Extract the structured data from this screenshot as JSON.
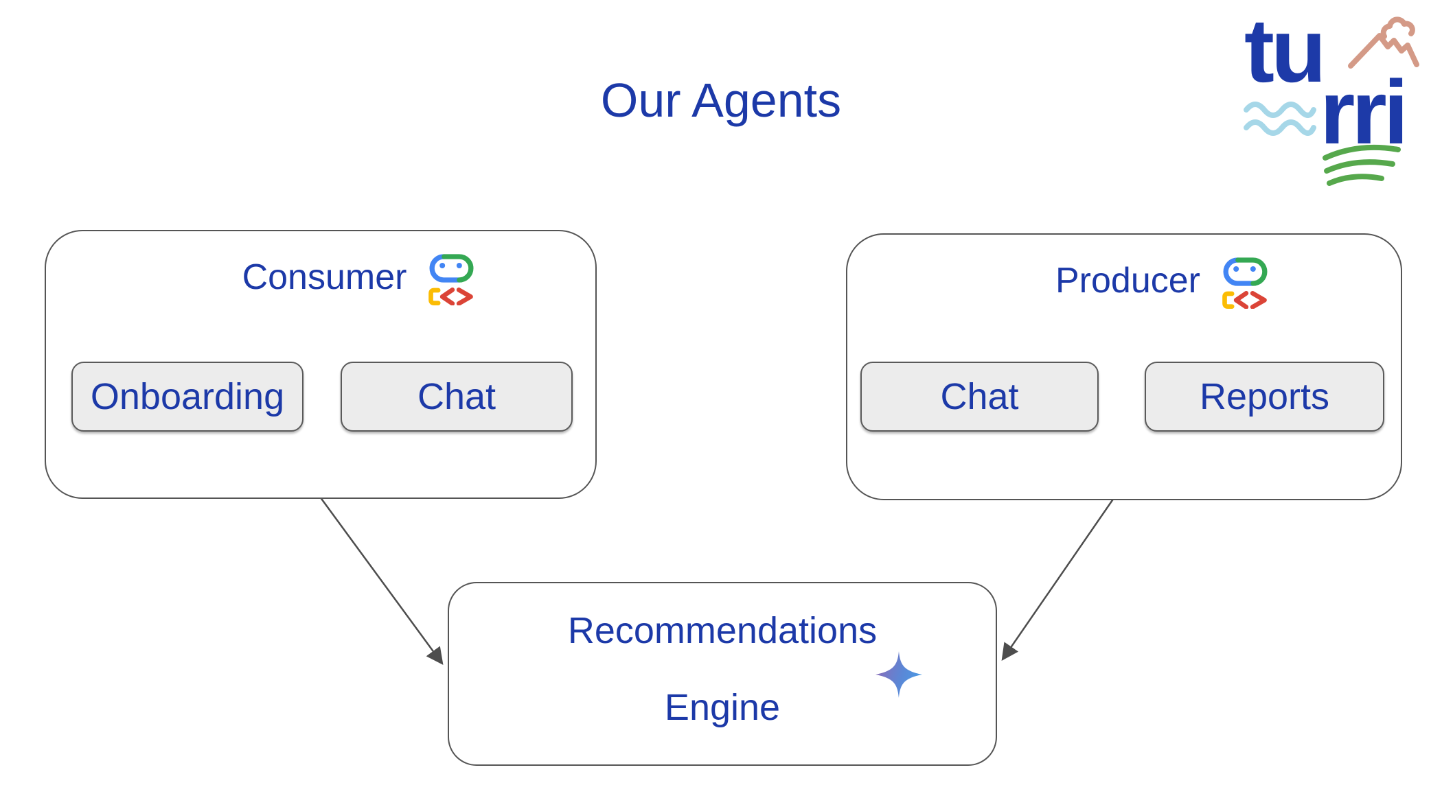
{
  "title": "Our Agents",
  "logo": {
    "word_line1": "tu",
    "word_line2": "rri",
    "icons": [
      "mountain-cloud-icon",
      "water-waves-icon",
      "field-rows-icon"
    ]
  },
  "nodes": {
    "consumer": {
      "label": "Consumer",
      "icon": "conversational-agent-robot-icon",
      "children": [
        "Onboarding",
        "Chat"
      ]
    },
    "producer": {
      "label": "Producer",
      "icon": "conversational-agent-robot-icon",
      "children": [
        "Chat",
        "Reports"
      ]
    },
    "engine": {
      "label_line1": "Recommendations",
      "label_line2": "Engine",
      "icon": "gemini-sparkle-icon"
    }
  },
  "edges": [
    {
      "from": "Consumer",
      "to": "Recommendations Engine"
    },
    {
      "from": "Producer",
      "to": "Recommendations Engine"
    }
  ],
  "colors": {
    "text_blue": "#1c39a8",
    "box_border": "#555555",
    "subbox_fill": "#ececec",
    "arrow": "#4d4d4d",
    "logo_blue": "#1d3aa8",
    "logo_mountain": "#d49a87",
    "logo_waves": "#a6d7e8",
    "logo_field": "#56a84c",
    "robot_blue": "#4285f4",
    "robot_green": "#34a853",
    "robot_yellow": "#fbbc04",
    "robot_red": "#db4437",
    "sparkle_gradient_from": "#8a6cb8",
    "sparkle_gradient_to": "#4a9ce5"
  }
}
